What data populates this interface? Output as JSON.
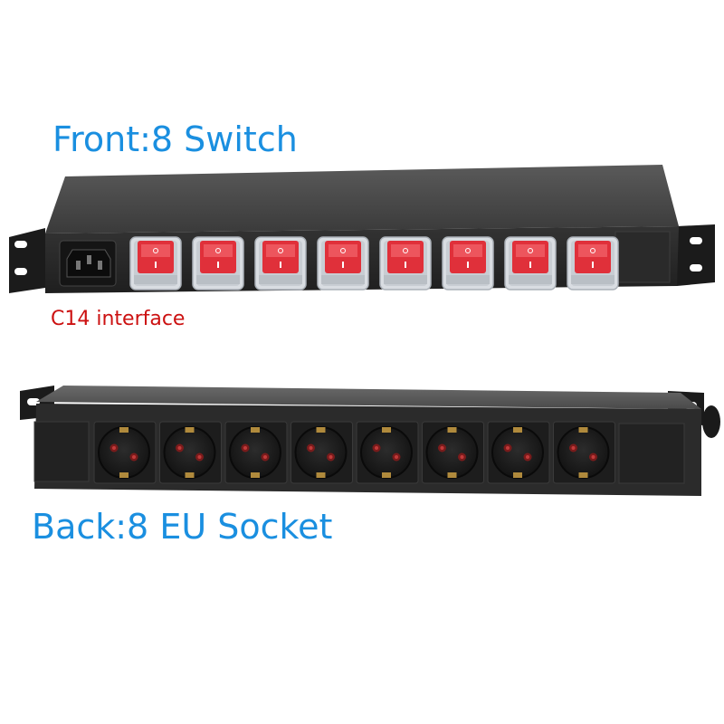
{
  "captions": {
    "front": "Front:8 Switch",
    "c14": "C14 interface",
    "back": "Back:8 EU Socket"
  },
  "front_unit": {
    "switch_count": 8
  },
  "back_unit": {
    "socket_count": 8
  },
  "colors": {
    "caption_blue": "#1a8fe0",
    "label_red": "#cc1111",
    "switch_red": "#e0303a",
    "housing": "#2a2a2a"
  }
}
